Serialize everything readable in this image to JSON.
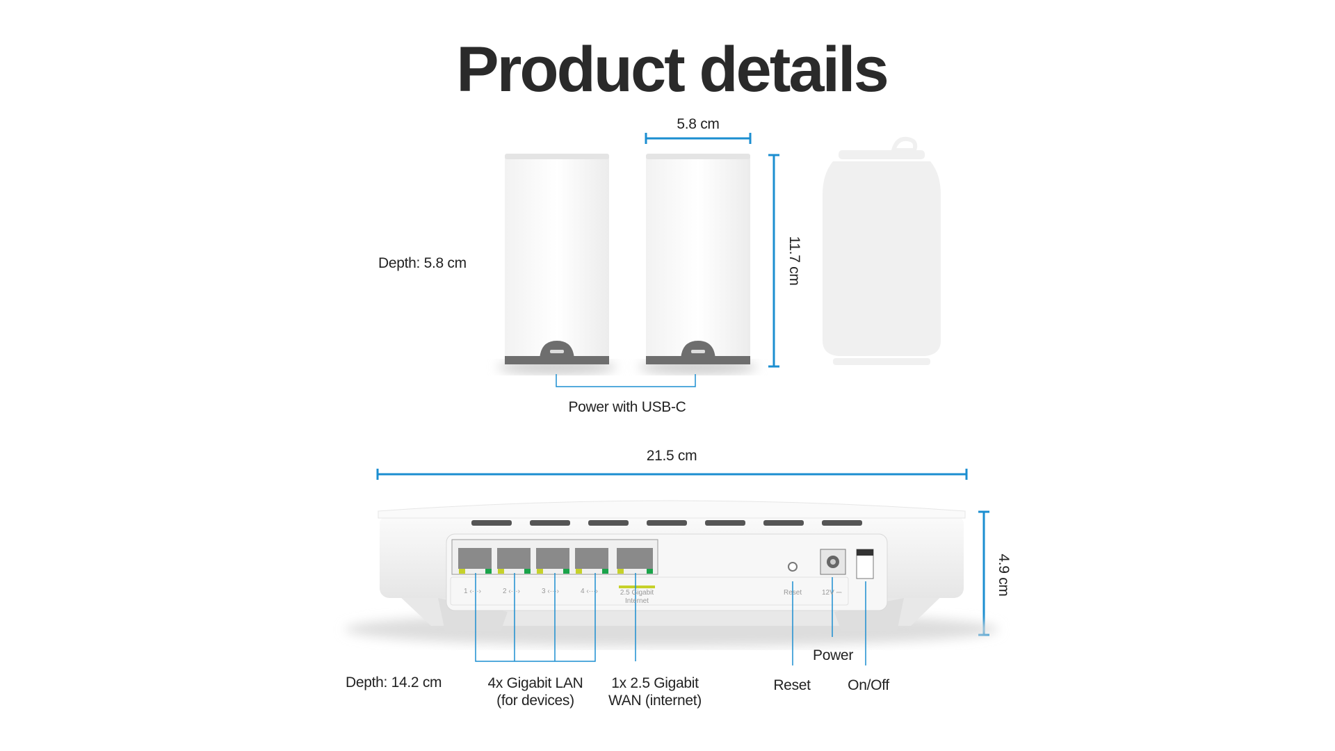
{
  "title": "Product details",
  "pods": {
    "width_label": "5.8 cm",
    "height_label": "11.7 cm",
    "depth_label": "Depth: 5.8 cm",
    "power_label": "Power with USB-C"
  },
  "router": {
    "width_label": "21.5 cm",
    "height_label": "4.9 cm",
    "depth_label": "Depth: 14.2 cm",
    "lan_label_line1": "4x Gigabit LAN",
    "lan_label_line2": "(for devices)",
    "wan_label_line1": "1x 2.5 Gigabit",
    "wan_label_line2": "WAN (internet)",
    "reset_label": "Reset",
    "power_label": "Power",
    "onoff_label": "On/Off",
    "port_labels": [
      "1 ‹···›",
      "2 ‹···›",
      "3 ‹···›",
      "4 ‹···›"
    ],
    "wan_port_label_line1": "2.5 Gigabit",
    "wan_port_label_line2": "Internet",
    "reset_port_label": "Reset",
    "dc_port_label": "12V ⎓"
  },
  "colors": {
    "accent": "#1b8ed0",
    "text": "#222222"
  }
}
